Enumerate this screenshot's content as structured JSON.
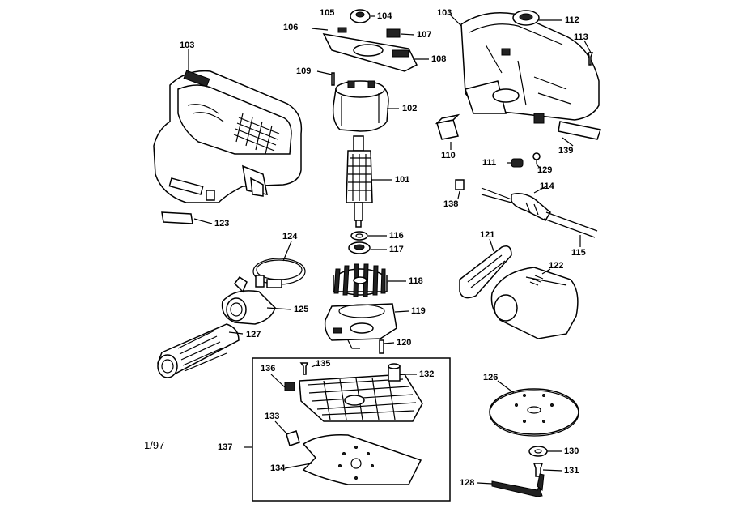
{
  "date": "1/97",
  "labels": {
    "p101": "101",
    "p102": "102",
    "p103a": "103",
    "p103b": "103",
    "p104": "104",
    "p105": "105",
    "p106": "106",
    "p107": "107",
    "p108": "108",
    "p109": "109",
    "p110": "110",
    "p111": "111",
    "p112": "112",
    "p113": "113",
    "p114": "114",
    "p115": "115",
    "p116": "116",
    "p117": "117",
    "p118": "118",
    "p119": "119",
    "p120": "120",
    "p121": "121",
    "p122": "122",
    "p123": "123",
    "p124": "124",
    "p125": "125",
    "p126": "126",
    "p127": "127",
    "p128": "128",
    "p129": "129",
    "p130": "130",
    "p131": "131",
    "p132": "132",
    "p133": "133",
    "p134": "134",
    "p135": "135",
    "p136": "136",
    "p137": "137",
    "p138": "138",
    "p139": "139"
  }
}
